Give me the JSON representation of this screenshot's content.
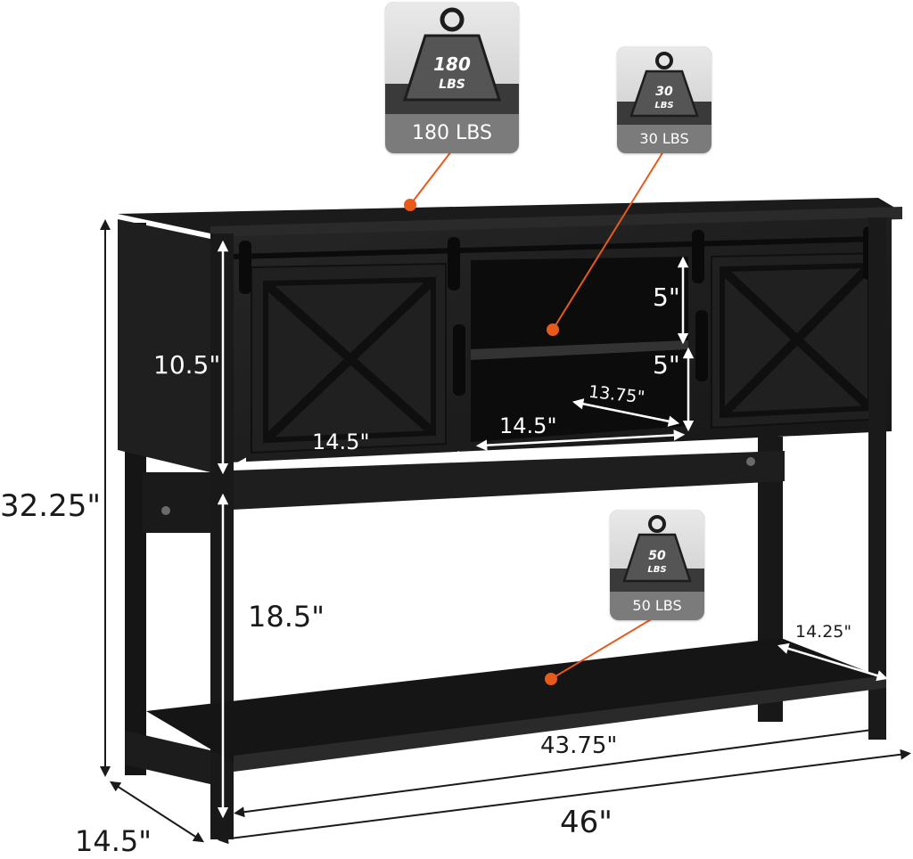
{
  "colors": {
    "furniture": "#1c1c1c",
    "furniture_dark": "#111111",
    "furniture_edge": "#2e2e2e",
    "callout": "#e85a1a",
    "badge_caption": "#7b7b7b"
  },
  "weights": {
    "top": {
      "icon_text_1": "180",
      "icon_text_2": "LBS",
      "caption": "180 LBS"
    },
    "shelf": {
      "icon_text_1": "30",
      "icon_text_2": "LBS",
      "caption": "30 LBS"
    },
    "bottom": {
      "icon_text_1": "50",
      "icon_text_2": "LBS",
      "caption": "50 LBS"
    }
  },
  "dimensions": {
    "total_height": "32.25\"",
    "cabinet_height": "10.5\"",
    "cubby_top": "5\"",
    "cubby_bottom": "5\"",
    "cubby_depth": "13.75\"",
    "door_width": "14.5\"",
    "cubby_width": "14.5\"",
    "leg_clearance": "18.5\"",
    "shelf_depth": "14.25\"",
    "shelf_width": "43.75\"",
    "total_width": "46\"",
    "total_depth": "14.5\""
  }
}
